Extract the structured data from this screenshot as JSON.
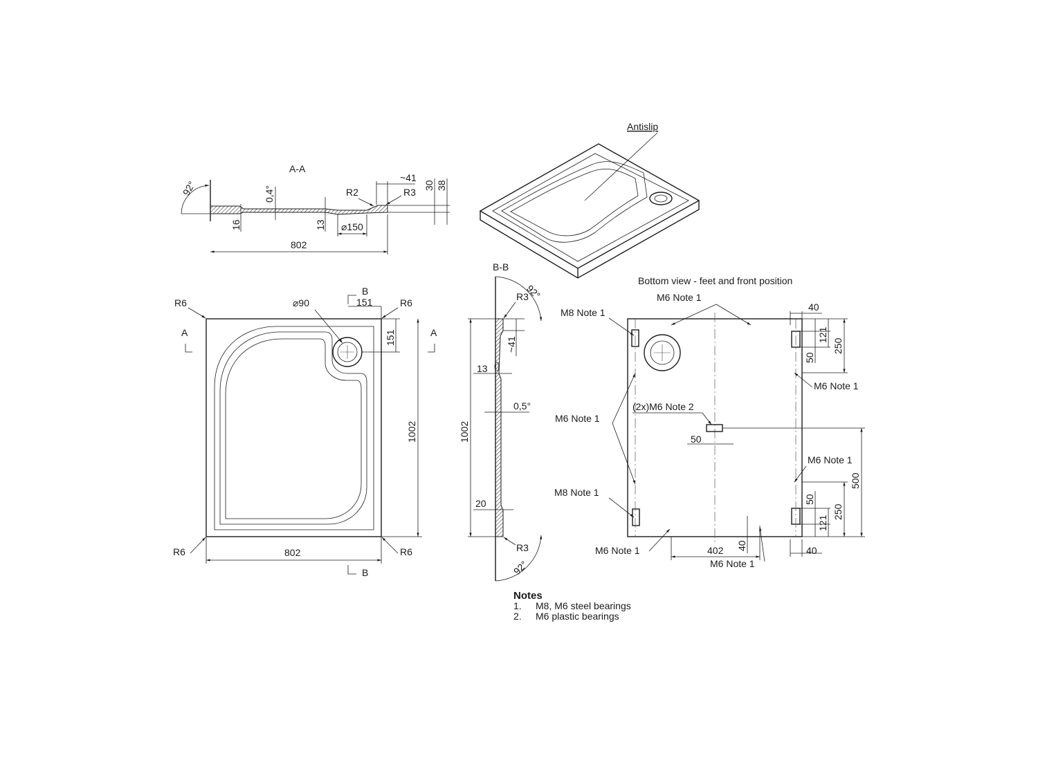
{
  "section_aa": {
    "title": "A-A",
    "angle": "92°",
    "slope": "0,4°",
    "thickness": "16",
    "depth": "13",
    "r2": "R2",
    "r3": "R3",
    "rim": "~41",
    "h30": "30",
    "h38": "38",
    "drain": "⌀150",
    "width": "802"
  },
  "isometric": {
    "label": "Antislip"
  },
  "top_view": {
    "section_b": "B",
    "section_a": "A",
    "drain_dia": "⌀90",
    "offset_x": "151",
    "offset_y": "151",
    "r6": "R6",
    "height": "1002",
    "width": "802"
  },
  "section_bb": {
    "title": "B-B",
    "angle": "92°",
    "r3": "R3",
    "rim": "~41",
    "depth": "13",
    "slope": "0,5°",
    "height": "1002",
    "bottom": "20"
  },
  "bottom_view": {
    "title": "Bottom view - feet and front position",
    "m6_note1": "M6 Note 1",
    "m8_note1": "M8 Note 1",
    "m6_note2": "(2x)M6 Note 2",
    "d40": "40",
    "d121": "121",
    "d250": "250",
    "d50": "50",
    "d500": "500",
    "d402": "402"
  },
  "notes": {
    "title": "Notes",
    "items": [
      {
        "num": "1.",
        "text": "M8, M6 steel bearings"
      },
      {
        "num": "2.",
        "text": "M6 plastic bearings"
      }
    ]
  }
}
